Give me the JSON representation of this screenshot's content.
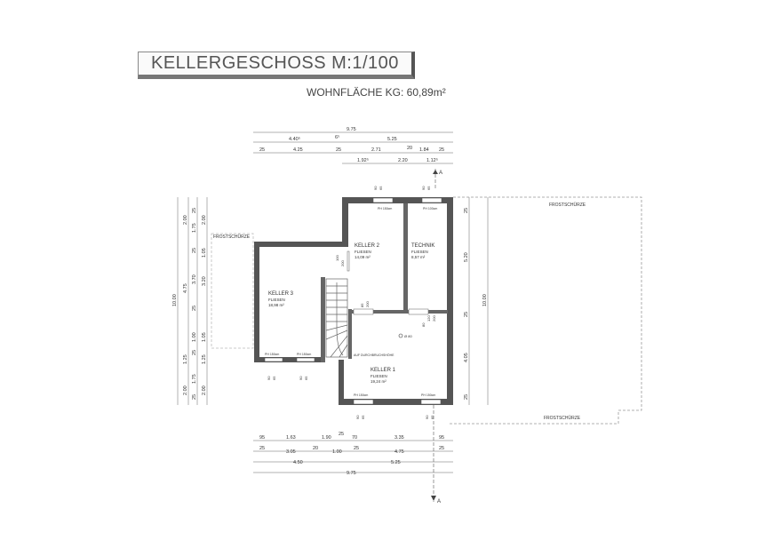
{
  "title": "KELLERGESCHOSS  M:1/100",
  "subtitle": "WOHNFLÄCHE KG: 60,89m²",
  "rooms": {
    "keller2": {
      "name": "KELLER 2",
      "floor": "FLIESEN",
      "area": "14,09 m²"
    },
    "technik": {
      "name": "TECHNIK",
      "floor": "FLIESEN",
      "area": "8,57 m²"
    },
    "keller3": {
      "name": "KELLER 3",
      "floor": "FLIESEN",
      "area": "18,98 m²"
    },
    "keller1": {
      "name": "KELLER 1",
      "floor": "FLIESEN",
      "area": "19,24 m²"
    }
  },
  "labels": {
    "frostschuerze": "FROSTSCHÜRZE",
    "section_marker": "A",
    "drain": "Ø 80",
    "stair_note": "AUF DURCHBRUCHSHÖHE",
    "window": "PH 150cm",
    "window_small": "PH 100cm"
  },
  "dims": {
    "top": {
      "row1": [
        "9.75"
      ],
      "row2": [
        "4.40⁵",
        "6⁵",
        "5.25"
      ],
      "row3": [
        "25",
        "4.25",
        "25",
        "2.71",
        "20",
        "1.84",
        "25"
      ],
      "row4": [
        "1.92⁵",
        "2.20",
        "1.12⁵"
      ]
    },
    "bottom": {
      "row1": [
        "95",
        "1.63",
        "1.90",
        "25",
        "70",
        "3.35",
        "95"
      ],
      "row2": [
        "25",
        "3.05",
        "20",
        "1.00",
        "25",
        "4.75",
        "25"
      ],
      "row3": [
        "4.50",
        "5.25"
      ],
      "row4": [
        "9.75"
      ]
    },
    "left": {
      "outer": [
        "10.00"
      ],
      "mid": [
        "2.00",
        "4.75",
        "1.25",
        "2.00"
      ],
      "inner": [
        "25",
        "1.75",
        "25",
        "3.70",
        "25",
        "1.00",
        "25",
        "1.75",
        "25"
      ],
      "inner2": [
        "2.00",
        "1.05",
        "3.20",
        "1.05",
        "1.25",
        "2.00"
      ]
    },
    "right": {
      "outer": [
        "10.00"
      ],
      "inner": [
        "25",
        "5.20",
        "25",
        "4.05",
        "25"
      ]
    },
    "openings": [
      "90",
      "65",
      "100",
      "200",
      "85",
      "200",
      "80",
      "120",
      "200"
    ]
  }
}
